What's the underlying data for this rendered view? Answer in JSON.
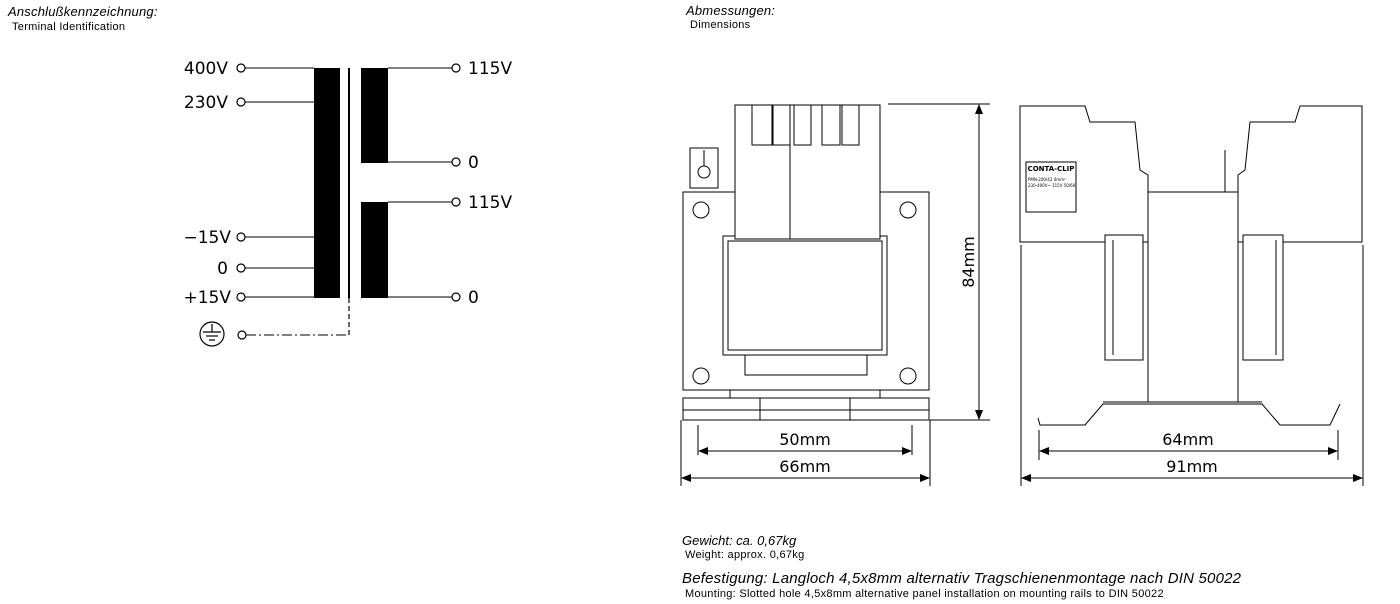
{
  "terminal_section": {
    "title_de": "Anschlußkennzeichnung:",
    "title_en": "Terminal  Identification",
    "primary_labels": [
      "400V",
      "230V",
      "−15V",
      "0",
      "+15V"
    ],
    "secondary_labels": [
      "115V",
      "0",
      "115V",
      "0"
    ]
  },
  "dimension_section": {
    "title_de": "Abmessungen:",
    "title_en": "Dimensions",
    "dim_front_inner": "50mm",
    "dim_front_outer": "66mm",
    "dim_height": "84mm",
    "dim_side_inner": "64mm",
    "dim_side_outer": "91mm",
    "label_brand": "CONTA-CLIP",
    "label_line1": "PMN-200/42  4mm²",
    "label_line2": "230-400V~  115V 50/60"
  },
  "footer": {
    "weight_de": "Gewicht: ca. 0,67kg",
    "weight_en": "Weight:  approx.  0,67kg",
    "mount_de": "Befestigung: Langloch 4,5x8mm alternativ Tragschienenmontage nach DIN 50022",
    "mount_en": "Mounting:  Slotted  hole  4,5x8mm  alternative  panel  installation  on  mounting  rails  to  DIN  50022"
  },
  "icons": [
    "ground-icon"
  ]
}
